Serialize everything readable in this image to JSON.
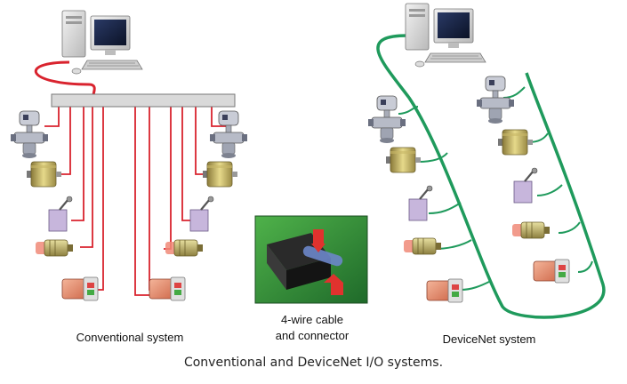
{
  "labels": {
    "conventional": "Conventional system",
    "cable_line1": "4-wire cable",
    "cable_line2": "and connector",
    "devicenet": "DeviceNet system"
  },
  "caption": "Conventional and DeviceNet I/O systems.",
  "colors": {
    "conventional_wire": "#d9232e",
    "devicenet_bus": "#1f9a5c",
    "terminal_block": "#d9d9d9",
    "photo_bg": "#2f8f3a"
  },
  "icons": [
    "computer-icon",
    "valve-icon",
    "sensor-can-icon",
    "limit-switch-icon",
    "proximity-sensor-icon",
    "photo-eye-icon",
    "connector-photo"
  ]
}
